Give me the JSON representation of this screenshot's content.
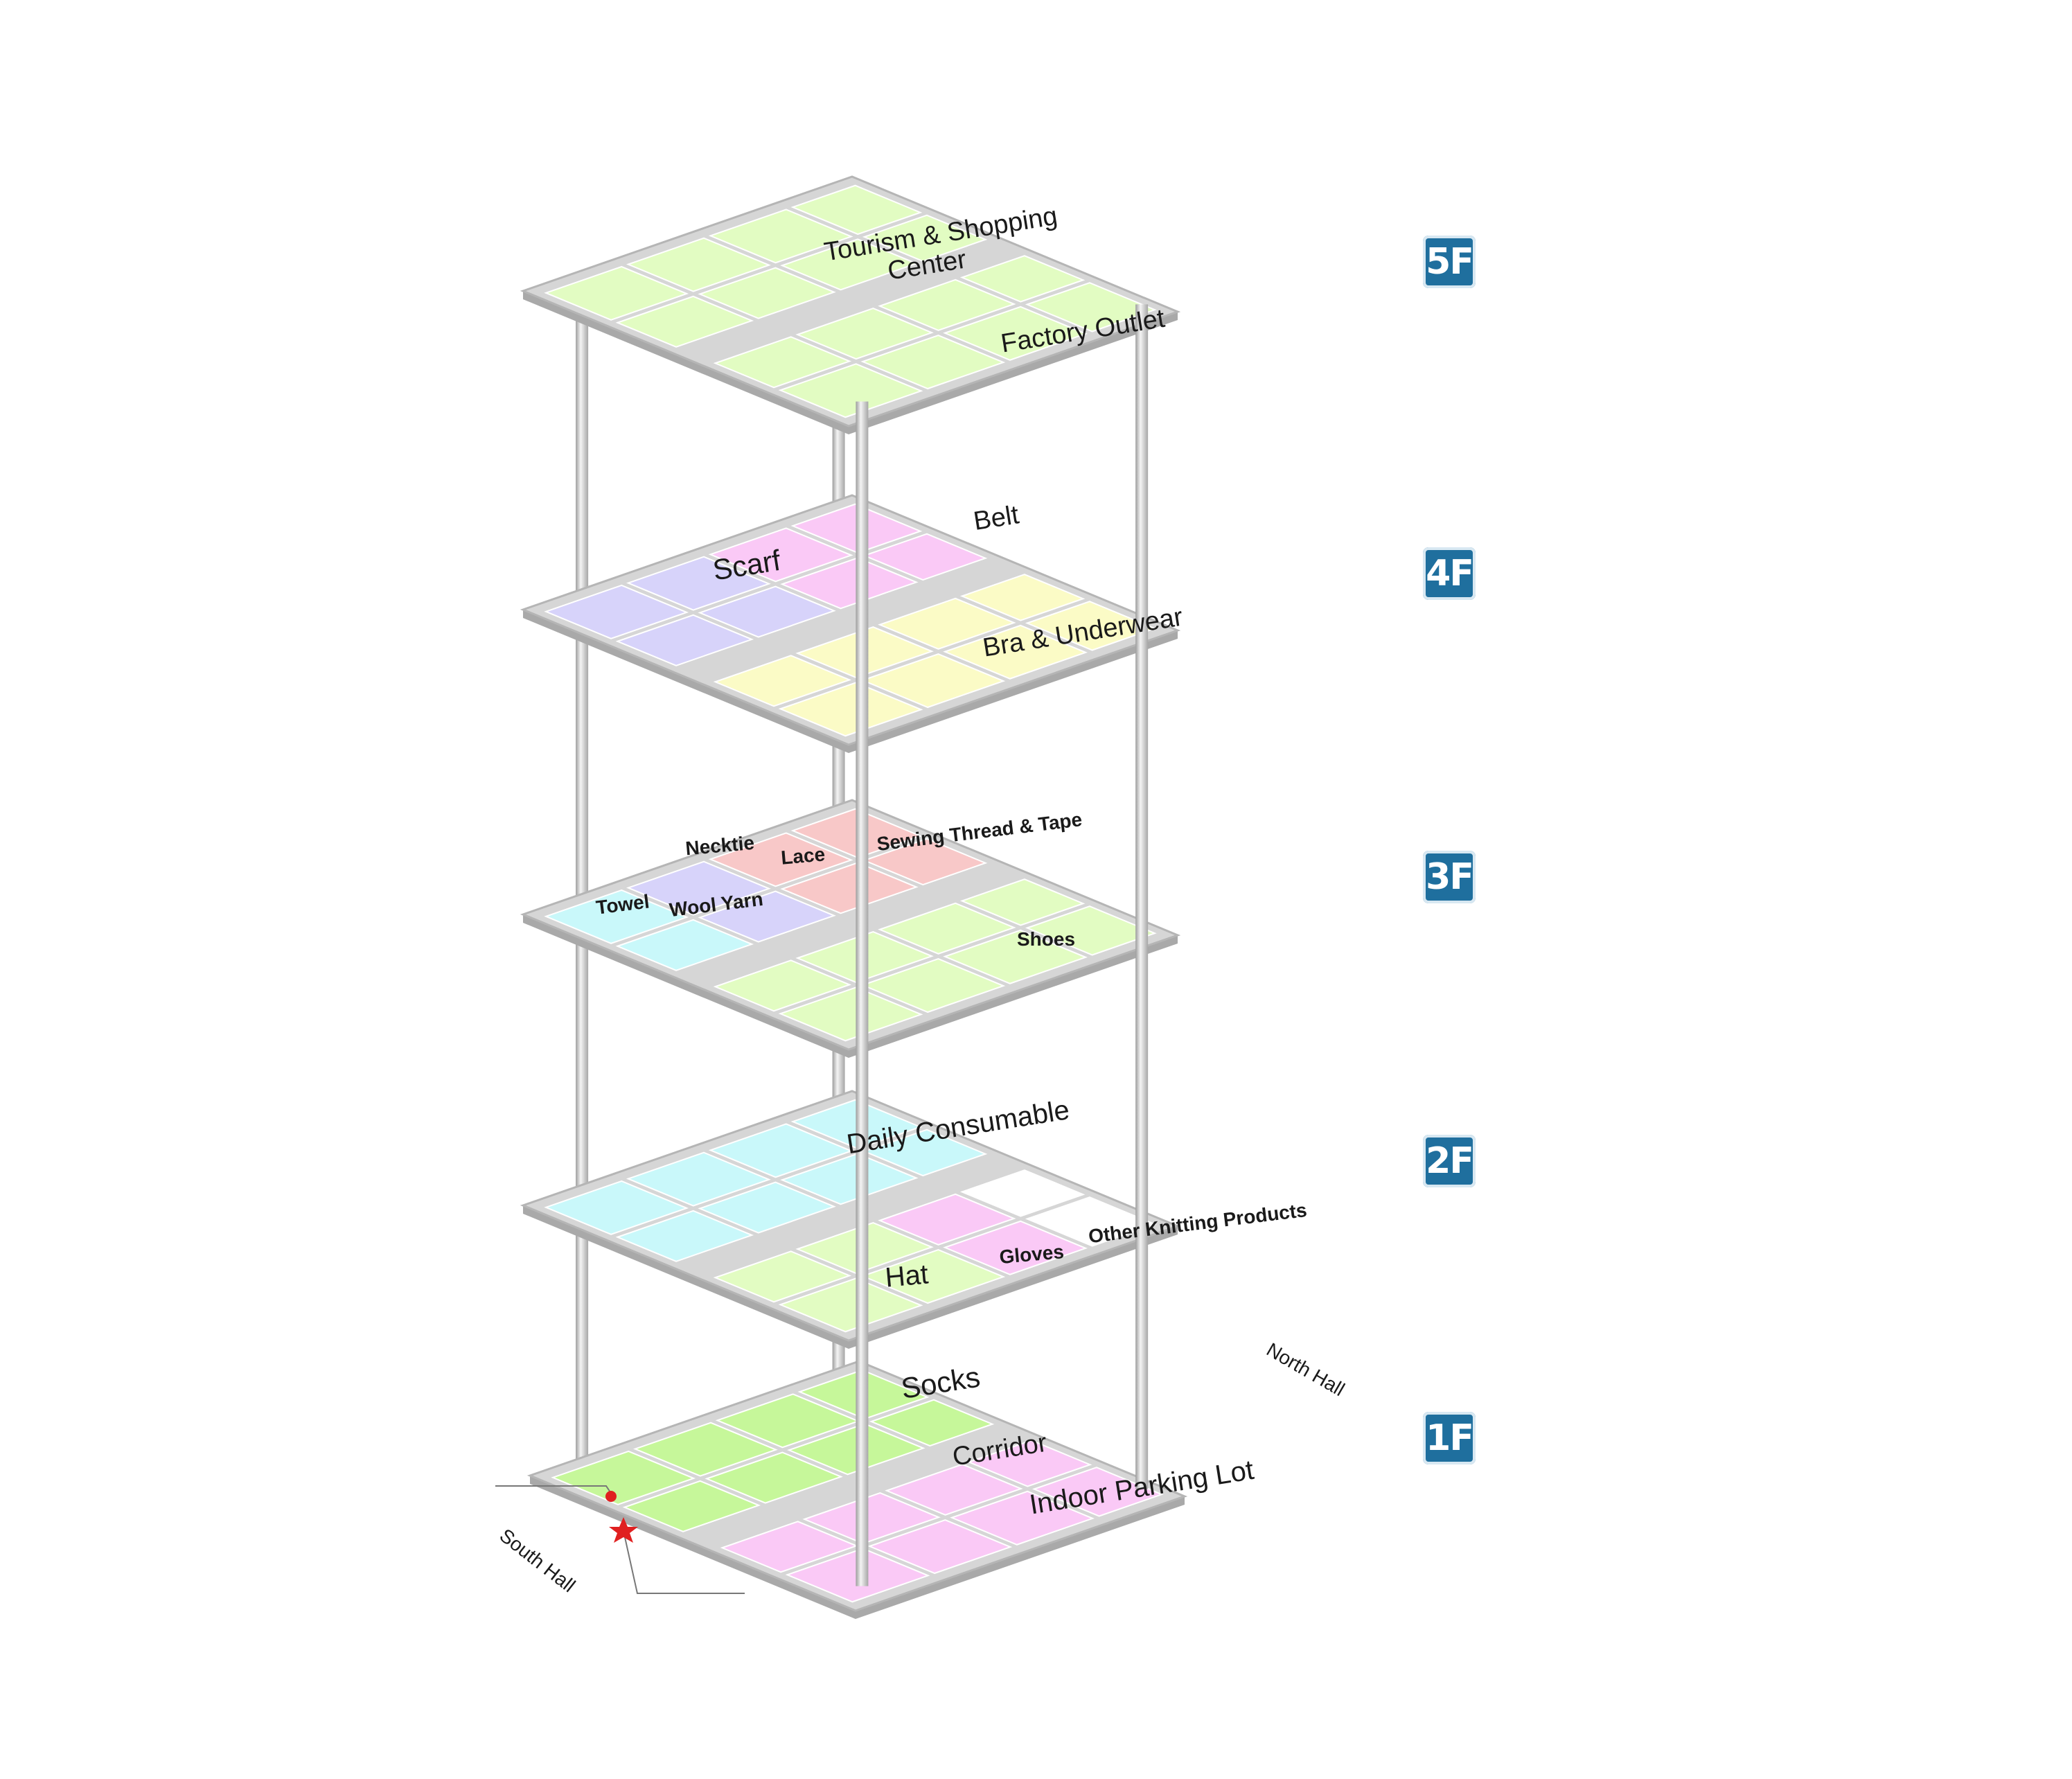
{
  "colors": {
    "green": "#e2fcc2",
    "bright_green": "#c6f79a",
    "pink": "#fac9f6",
    "purple": "#d7d3fa",
    "yellow": "#fbfbc6",
    "red": "#f8c8c8",
    "cyan": "#c9f8fa",
    "white": "#ffffff",
    "corridor": "#d6d6d6",
    "plate_edge": "#bdbdbd",
    "pillar": "#cfcfcf",
    "badge": "#1f6f9e"
  },
  "floors": [
    {
      "badge": "5F",
      "labels": {
        "a": "Tourism & Shopping",
        "b": "Center",
        "c": "Factory Outlet"
      }
    },
    {
      "badge": "4F",
      "labels": {
        "a": "Belt",
        "b": "Scarf",
        "c": "Bra & Underwear"
      }
    },
    {
      "badge": "3F",
      "labels": {
        "a": "Necktie",
        "b": "Lace",
        "c": "Sewing Thread & Tape",
        "d": "Towel",
        "e": "Wool Yarn",
        "f": "Shoes"
      }
    },
    {
      "badge": "2F",
      "labels": {
        "a": "Daily Consumable",
        "b": "Other Knitting Products",
        "c": "Gloves",
        "d": "Hat"
      }
    },
    {
      "badge": "1F",
      "labels": {
        "a": "Socks",
        "b": "Corridor",
        "c": "Indoor Parking Lot",
        "d": "North Hall",
        "e": "South Hall"
      }
    }
  ]
}
